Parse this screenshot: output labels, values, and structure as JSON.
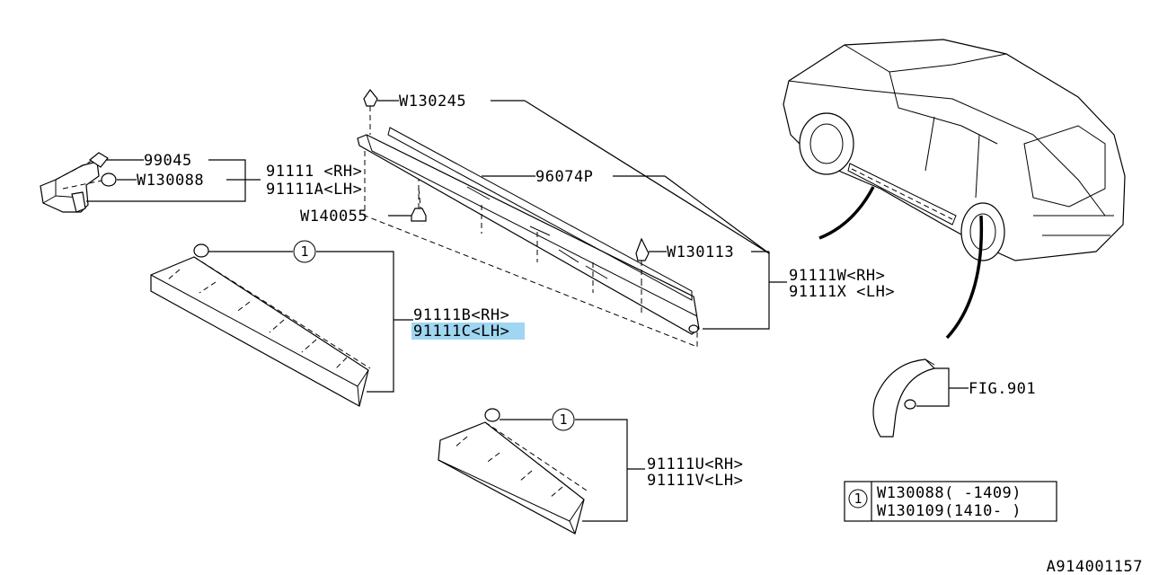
{
  "labels": {
    "p99045": "99045",
    "w130088": "W130088",
    "p91111": "91111 <RH>",
    "p91111a": "91111A<LH>",
    "w130245": "W130245",
    "p96074p": "96074P",
    "w140055": "W140055",
    "w130113": "W130113",
    "p91111w": "91111W<RH>",
    "p91111x": "91111X <LH>",
    "p91111b": "91111B<RH>",
    "p91111c": "91111C<LH>",
    "p91111u": "91111U<RH>",
    "p91111v": "91111V<LH>",
    "fig901": "FIG.901",
    "circle1": "1",
    "circle1b": "1"
  },
  "legend": {
    "marker": "1",
    "row1": "W130088(  -1409)",
    "row2": "W130109(1410-   )"
  },
  "footer": {
    "code": "A914001157"
  },
  "colors": {
    "highlight": "#9fd6f2",
    "ink": "#000000"
  }
}
